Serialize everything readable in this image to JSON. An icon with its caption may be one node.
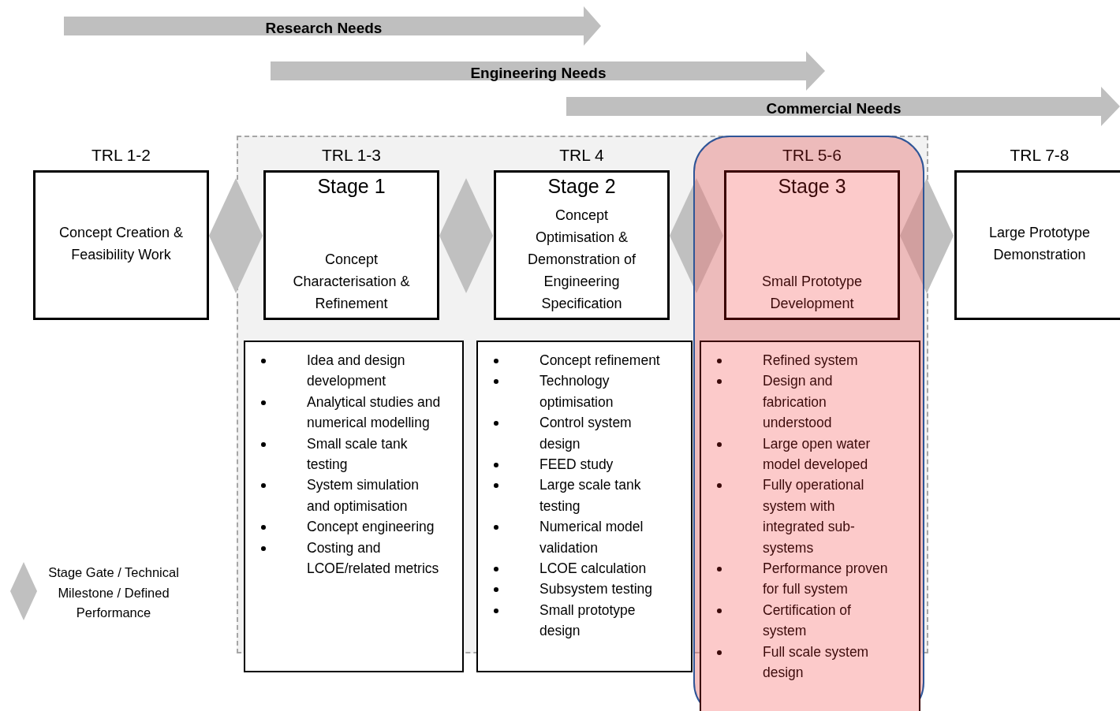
{
  "diagram": {
    "nodes": [
      {
        "text": [
          "Research Needs"
        ]
      },
      {
        "text": [
          "Engineering Needs"
        ]
      },
      {
        "text": [
          "Commercial Needs"
        ]
      },
      {
        "text": [
          "Concept Creation & Feasibility Work"
        ],
        "beside": [
          "TRL 1-2"
        ]
      },
      {
        "text": [
          "Stage 1",
          "Concept Characterisation & Refinement"
        ],
        "beside": [
          "TRL 1-3"
        ]
      },
      {
        "text": [
          "Stage 2",
          "Concept Optimisation & Demonstration of Engineering Specification"
        ],
        "beside": [
          "TRL 4"
        ]
      },
      {
        "text": [
          "Stage 3",
          "Small Prototype Development"
        ],
        "beside": [
          "TRL 5-6"
        ]
      },
      {
        "text": [
          "Large Prototype Demonstration"
        ],
        "beside": [
          "TRL 7-8"
        ]
      },
      {
        "text": [
          "Idea and design development",
          "Analytical studies and numerical modelling",
          "Small scale tank testing",
          "System simulation and optimisation",
          "Concept engineering",
          "Costing and LCOE/related metrics"
        ]
      },
      {
        "text": [
          "Concept refinement",
          "Technology optimisation",
          "Control system design",
          "FEED study",
          "Large scale  tank testing",
          "Numerical model validation",
          "LCOE calculation",
          "Subsystem testing",
          "Small prototype design"
        ]
      },
      {
        "text": [
          "Refined system",
          "Design and fabrication understood",
          "Large open water model developed",
          "Fully operational system with integrated sub-systems",
          "Performance proven for full system",
          "Certification of system",
          "Full scale system design"
        ]
      },
      {
        "text": [],
        "shape": "diamond"
      },
      {
        "text": [],
        "shape": "diamond"
      },
      {
        "text": [],
        "shape": "diamond"
      },
      {
        "text": [],
        "shape": "diamond"
      }
    ],
    "legend": [
      {
        "text": "Stage Gate / Technical Milestone / Defined Performance"
      }
    ]
  }
}
